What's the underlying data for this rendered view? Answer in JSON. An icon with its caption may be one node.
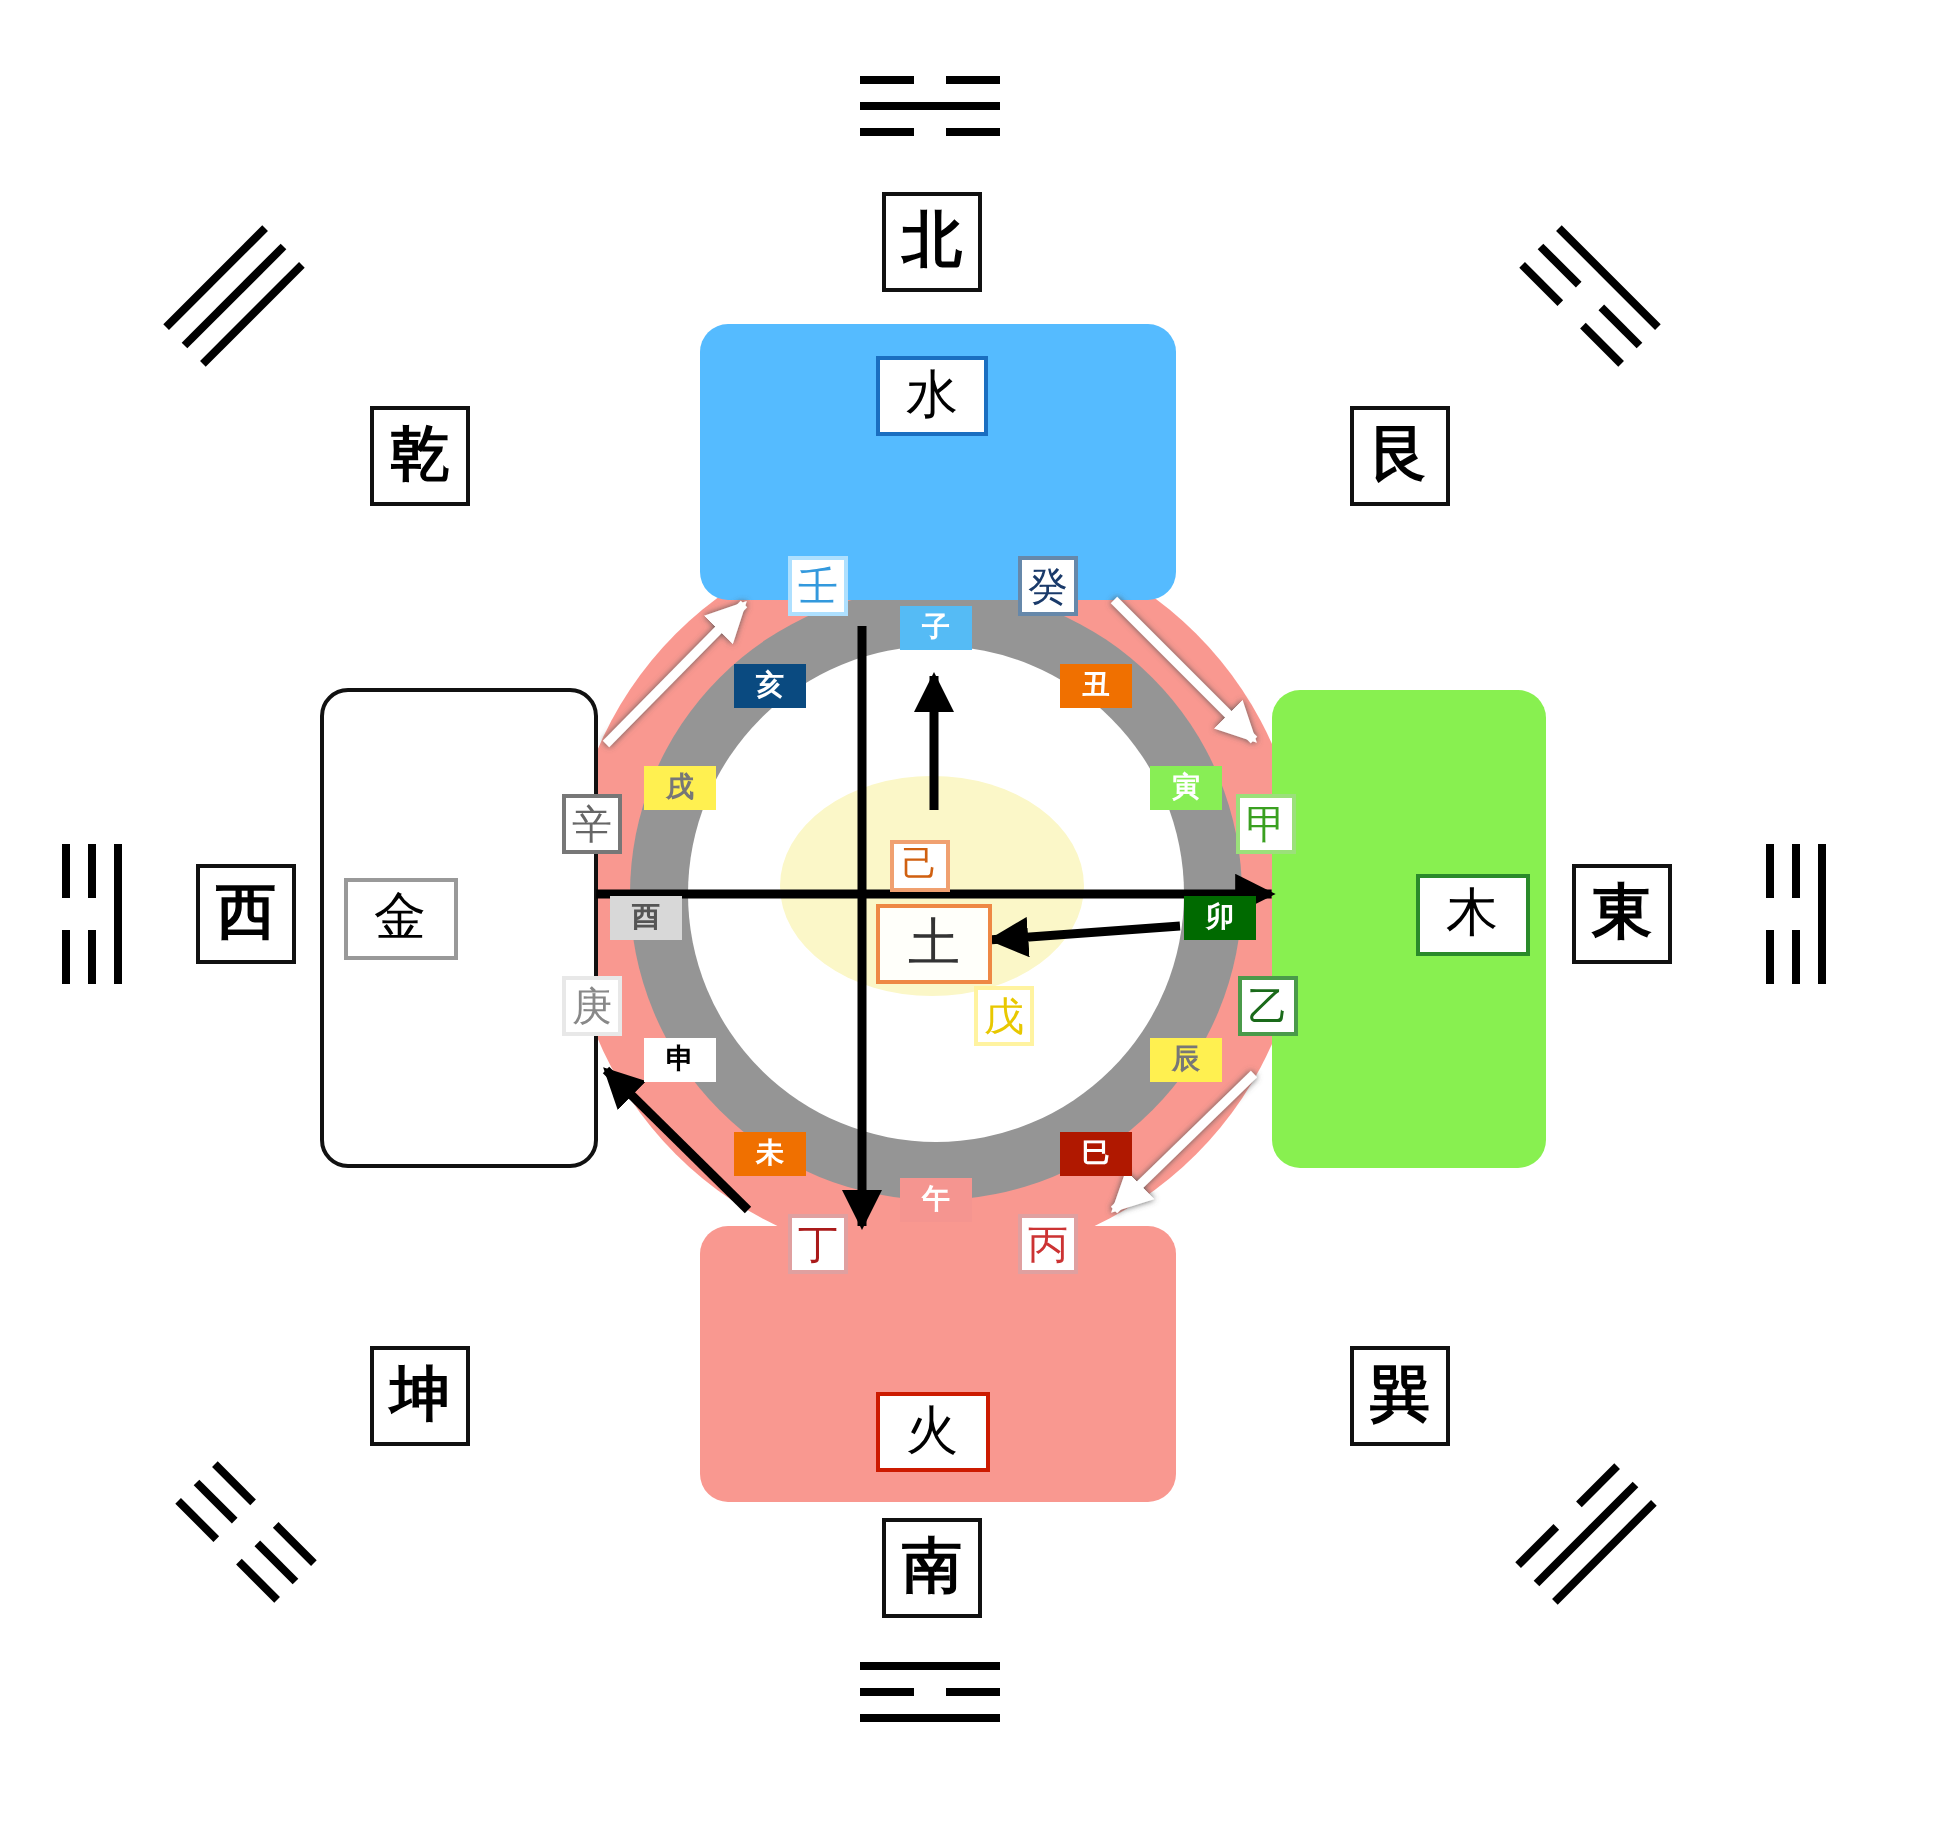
{
  "diagram": {
    "nodes": [
      {
        "text": [
          "北"
        ]
      },
      {
        "text": [
          "乾"
        ]
      },
      {
        "text": [
          "艮"
        ]
      },
      {
        "text": [],
        "shape": "box"
      },
      {
        "text": [
          "水"
        ],
        "in": 3
      },
      {
        "text": [
          "壬"
        ]
      },
      {
        "text": [
          "癸"
        ]
      },
      {
        "text": [
          "子"
        ]
      },
      {
        "text": [
          "亥"
        ]
      },
      {
        "text": [
          "丑"
        ]
      },
      {
        "text": [],
        "shape": "box"
      },
      {
        "text": [
          "金"
        ],
        "in": 10
      },
      {
        "text": [],
        "shape": "box"
      },
      {
        "text": [
          "木"
        ],
        "in": 12
      },
      {
        "text": [
          "西"
        ]
      },
      {
        "text": [
          "東"
        ]
      },
      {
        "text": [
          "戌"
        ]
      },
      {
        "text": [
          "寅"
        ]
      },
      {
        "text": [
          "辛"
        ]
      },
      {
        "text": [
          "甲"
        ]
      },
      {
        "text": [
          "己"
        ]
      },
      {
        "text": [
          "酉"
        ]
      },
      {
        "text": [
          "土"
        ]
      },
      {
        "text": [
          "卯"
        ]
      },
      {
        "text": [
          "戊"
        ]
      },
      {
        "text": [
          "庚"
        ]
      },
      {
        "text": [
          "乙"
        ]
      },
      {
        "text": [
          "申"
        ]
      },
      {
        "text": [
          "辰"
        ]
      },
      {
        "text": [
          "未"
        ]
      },
      {
        "text": [
          "巳"
        ]
      },
      {
        "text": [
          "午"
        ]
      },
      {
        "text": [
          "丁"
        ]
      },
      {
        "text": [
          "丙"
        ]
      },
      {
        "text": [],
        "shape": "box"
      },
      {
        "text": [
          "火"
        ],
        "in": 34
      },
      {
        "text": [
          "坤"
        ]
      },
      {
        "text": [
          "巽"
        ]
      },
      {
        "text": [
          "南"
        ]
      }
    ],
    "edges": [
      {
        "from": 10,
        "to": 3,
        "arrow": "to",
        "color": "#ffffff"
      },
      {
        "from": 3,
        "to": 12,
        "arrow": "to",
        "color": "#ffffff"
      },
      {
        "from": 12,
        "to": 34,
        "arrow": "to",
        "color": "#ffffff"
      },
      {
        "from": 34,
        "to": 10,
        "arrow": "to",
        "color": "#000000"
      },
      {
        "from": 5,
        "to": 34,
        "arrow": "to",
        "color": "#000000"
      },
      {
        "from": 10,
        "to": 12,
        "arrow": "to",
        "color": "#000000"
      },
      {
        "from": null,
        "to": 7,
        "arrow": "to",
        "color": "#000000"
      },
      {
        "from": 23,
        "to": 22,
        "arrow": "to",
        "color": "#000000"
      },
      {
        "from": 22,
        "to": 21,
        "arrow": "to",
        "color": "#ffffff"
      },
      {
        "from": 31,
        "to": 24,
        "arrow": "to",
        "color": "#ffffff"
      }
    ]
  }
}
